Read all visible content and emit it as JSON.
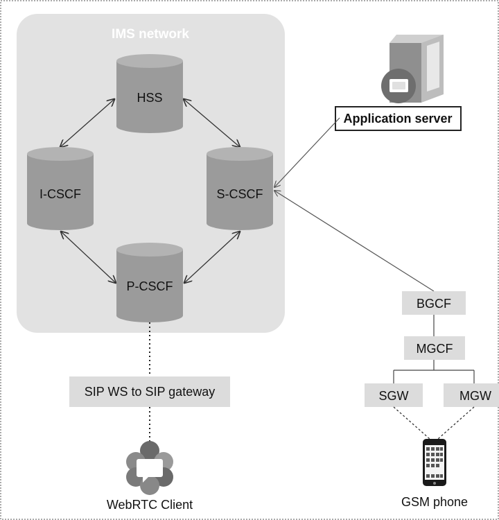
{
  "network": {
    "title": "IMS network"
  },
  "nodes": {
    "hss": "HSS",
    "icscf": "I-CSCF",
    "scscf": "S-CSCF",
    "pcscf": "P-CSCF",
    "app_server": "Application server",
    "bgcf": "BGCF",
    "mgcf": "MGCF",
    "sgw": "SGW",
    "mgw": "MGW",
    "gateway": "SIP WS to SIP gateway",
    "webrtc_client": "WebRTC Client",
    "gsm_phone": "GSM phone"
  },
  "icons": {
    "server": "server-icon",
    "webrtc": "webrtc-logo-icon",
    "phone": "mobile-phone-icon"
  },
  "colors": {
    "network_bg": "#e2e2e2",
    "cylinder": "#9b9b9b",
    "cylinder_top": "#b3b3b3",
    "box": "#dcdcdc",
    "line": "#333333"
  }
}
